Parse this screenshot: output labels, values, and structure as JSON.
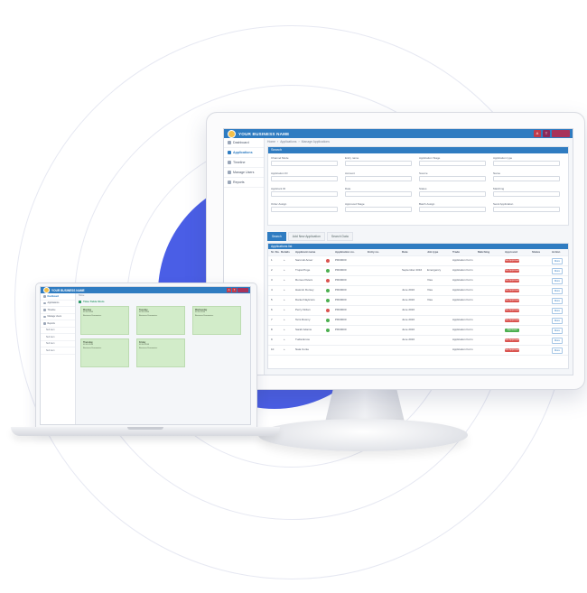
{
  "brand": {
    "business_name": "YOUR BUSINESS NAME",
    "accent": "#2f7cc1",
    "blob_color": "#4a5ee6"
  },
  "desktop": {
    "topbar_buttons": [
      "A",
      "T"
    ],
    "sidebar": [
      "Dashboard",
      "Applications",
      "Timeline",
      "Manage Users",
      "Reports"
    ],
    "breadcrumbs": [
      "Home",
      "Applications",
      "Manage Applications"
    ],
    "search_panel_title": "Search",
    "fields": [
      "Channel Mode",
      "Entry name",
      "Application Stage",
      "Application type",
      "Application ID",
      "Account",
      "Source",
      "Name",
      "Applicant ID",
      "Date",
      "Status",
      "Matching",
      "Order Assign",
      "Approved Stage",
      "Batch Assign",
      "Send Application"
    ],
    "tabs": [
      "Search",
      "Add New Application",
      "Search Data"
    ],
    "table_title": "Applications list",
    "columns": [
      "Sr. No.",
      "Details",
      "Applicant name",
      "Application no.",
      "Entry no.",
      "Date",
      "Job type",
      "Trade",
      "Matching",
      "Approved",
      "Status",
      "Action"
    ],
    "rows": [
      {
        "no": "1",
        "name": "Sanmoli Anser",
        "app": "PR00000",
        "date": "",
        "job": "",
        "trade": "Application Form",
        "badge": "Not Approved",
        "badge_color": "#d9534f",
        "stat": "#d9534f"
      },
      {
        "no": "2",
        "name": "Trupal Poge",
        "app": "PR00000",
        "date": "September 2016",
        "job": "Emergency",
        "trade": "Application Form",
        "badge": "Not Approved",
        "badge_color": "#d9534f",
        "stat": "#4caf50"
      },
      {
        "no": "3",
        "name": "Romeo Peters",
        "app": "PR00000",
        "date": "",
        "job": "Visa",
        "trade": "Application Form",
        "badge": "Not Approved",
        "badge_color": "#d9534f",
        "stat": "#d9534f"
      },
      {
        "no": "4",
        "name": "Hasmin Dorsey",
        "app": "PR00000",
        "date": "June 2016",
        "job": "Visa",
        "trade": "Application Form",
        "badge": "Not Approved",
        "badge_color": "#d9534f",
        "stat": "#4caf50"
      },
      {
        "no": "5",
        "name": "Daniel Naylcons",
        "app": "PR00000",
        "date": "June 2016",
        "job": "Visa",
        "trade": "Application Form",
        "badge": "Not Approved",
        "badge_color": "#d9534f",
        "stat": "#4caf50"
      },
      {
        "no": "6",
        "name": "Perry Firdan",
        "app": "PR00000",
        "date": "June 2016",
        "job": "",
        "trade": "",
        "badge": "Not Approved",
        "badge_color": "#d9534f",
        "stat": "#d9534f"
      },
      {
        "no": "7",
        "name": "Teris Rosmy",
        "app": "PR00000",
        "date": "June 2016",
        "job": "",
        "trade": "Application Form",
        "badge": "Not Approved",
        "badge_color": "#d9534f",
        "stat": "#4caf50"
      },
      {
        "no": "8",
        "name": "Sarah Adams",
        "app": "PR00000",
        "date": "June 2016",
        "job": "",
        "trade": "Application Form",
        "badge": "Approved",
        "badge_color": "#4caf50",
        "stat": "#4caf50"
      },
      {
        "no": "9",
        "name": "Tudia Emos",
        "app": "",
        "date": "June 2016",
        "job": "",
        "trade": "Application Form",
        "badge": "Not Approved",
        "badge_color": "#d9534f",
        "stat": ""
      },
      {
        "no": "10",
        "name": "Naia Conte",
        "app": "",
        "date": "",
        "job": "",
        "trade": "Application Form",
        "badge": "Not Approved",
        "badge_color": "#d9534f",
        "stat": ""
      }
    ],
    "action_label": "More"
  },
  "laptop": {
    "sidebar": [
      "Dashboard",
      "Applications",
      "Timeline",
      "Manage Users",
      "Reports"
    ],
    "sidebar_sub": [
      "Sub item",
      "Sub item",
      "Sub item",
      "Sub item"
    ],
    "breadcrumb": "Home",
    "section_title": "Time Table Slots",
    "cards": [
      {
        "day": "Monday",
        "date": "02.05.2016",
        "note": "Business Economics"
      },
      {
        "day": "Tuesday",
        "date": "02.05.2016",
        "note": "Business Economics"
      },
      {
        "day": "Wednesday",
        "date": "02.05.2016",
        "note": "Business Economics"
      },
      {
        "day": "Thursday",
        "date": "02.05.2016",
        "note": "Business Economics"
      },
      {
        "day": "Friday",
        "date": "02.05.2016",
        "note": "Business Economics"
      }
    ]
  }
}
